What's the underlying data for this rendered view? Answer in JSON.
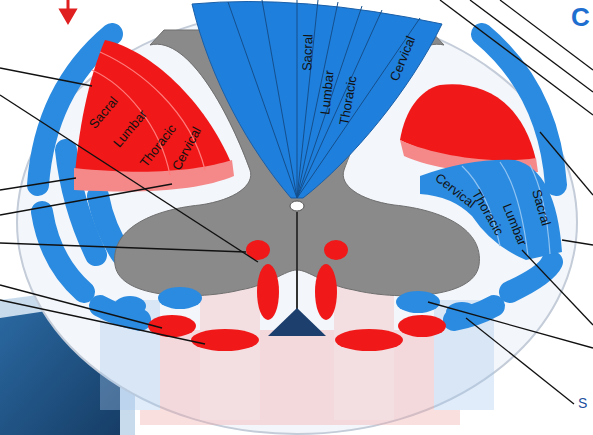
{
  "diagram": {
    "nodes": [
      {
        "text": [
          "Sacral",
          "Lumbar",
          "Thoracic",
          "Cervical"
        ]
      },
      {
        "text": [
          "Sacral",
          "Lumbar",
          "Thoracic",
          "Cervical"
        ]
      },
      {
        "text": [
          "Cervical",
          "Thoracic",
          "Lumbar",
          "Sacral"
        ]
      }
    ],
    "edges": [],
    "labels": [
      "C",
      "S"
    ]
  }
}
